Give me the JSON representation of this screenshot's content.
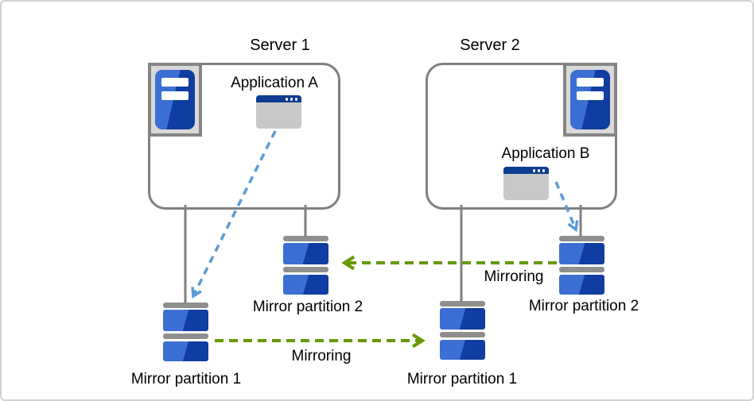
{
  "diagram": {
    "servers": [
      {
        "name": "Server 1",
        "application": {
          "name": "Application A"
        },
        "partitions": [
          {
            "label": "Mirror partition 1"
          },
          {
            "label": "Mirror partition 2"
          }
        ]
      },
      {
        "name": "Server 2",
        "application": {
          "name": "Application B"
        },
        "partitions": [
          {
            "label": "Mirror partition 1"
          },
          {
            "label": "Mirror partition 2"
          }
        ]
      }
    ],
    "mirroring_links": [
      {
        "label": "Mirroring",
        "direction": "right"
      },
      {
        "label": "Mirroring",
        "direction": "left"
      }
    ],
    "colors": {
      "box_border_gray": "#808080",
      "icon_box_fill": "#d9d9d9",
      "server_blue_light": "#3b6fd4",
      "server_blue_dark": "#0f3da1",
      "window_titlebar_navy": "#0b3c91",
      "window_body_gray": "#c9c9c9",
      "partition_bar_gray": "#8f8f8f",
      "mirroring_arrow_green": "#669900",
      "app_arrow_blue": "#5b9bd5",
      "canvas_border": "#d2d2d2"
    }
  }
}
